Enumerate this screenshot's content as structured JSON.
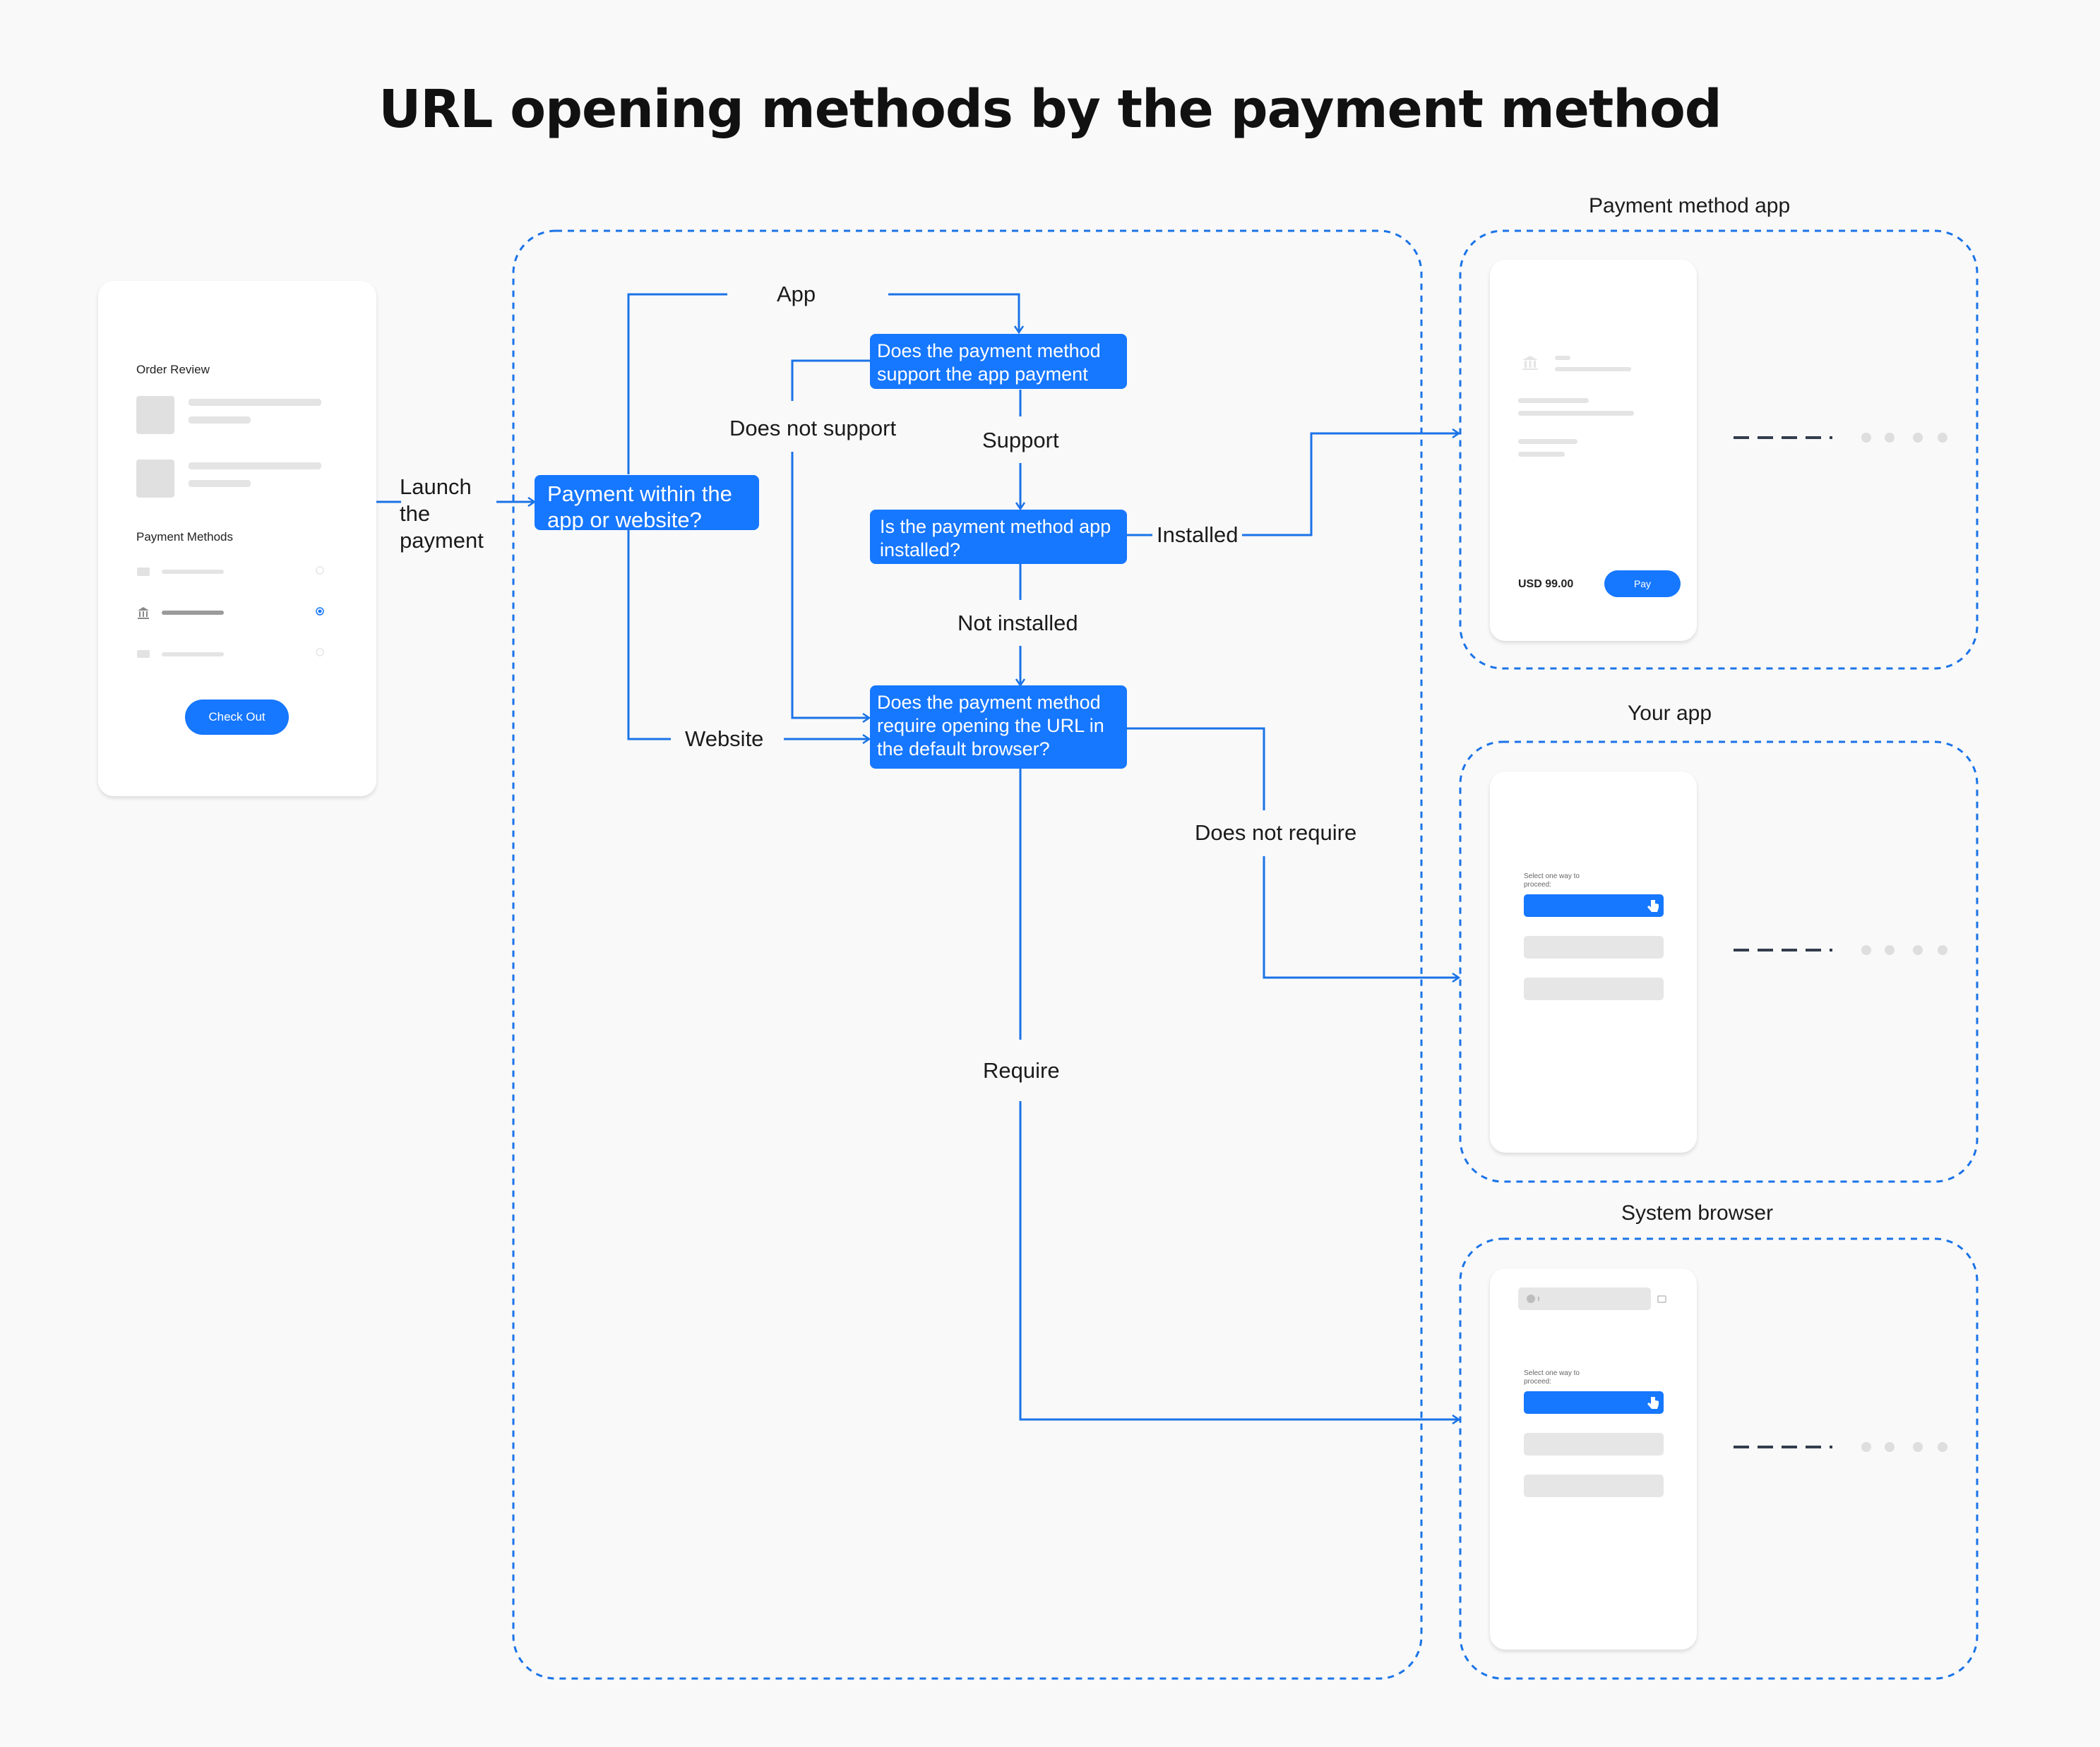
{
  "title": "URL opening methods by the payment method",
  "colors": {
    "accent": "#1677ff",
    "line": "#1a73e8",
    "background": "#f9f9f9"
  },
  "checkout": {
    "order_review": "Order Review",
    "payment_methods": "Payment Methods",
    "check_out": "Check Out"
  },
  "flow": {
    "launch": "Launch the payment",
    "payment_within": "Payment within the app or website?",
    "app": "App",
    "website": "Website",
    "q_support": "Does the payment method support the app payment",
    "does_not_support": "Does not support",
    "support": "Support",
    "q_installed": "Is the payment method app installed?",
    "installed": "Installed",
    "not_installed": "Not installed",
    "q_browser": "Does the payment method require opening the URL in the default browser?",
    "does_not_require": "Does not require",
    "require": "Require"
  },
  "panels": {
    "payment_app": {
      "title": "Payment method app",
      "amount": "USD 99.00",
      "pay": "Pay"
    },
    "your_app": {
      "title": "Your app",
      "prompt": "Select one way to proceed:"
    },
    "system_browser": {
      "title": "System browser",
      "prompt": "Select one way to proceed:"
    }
  }
}
